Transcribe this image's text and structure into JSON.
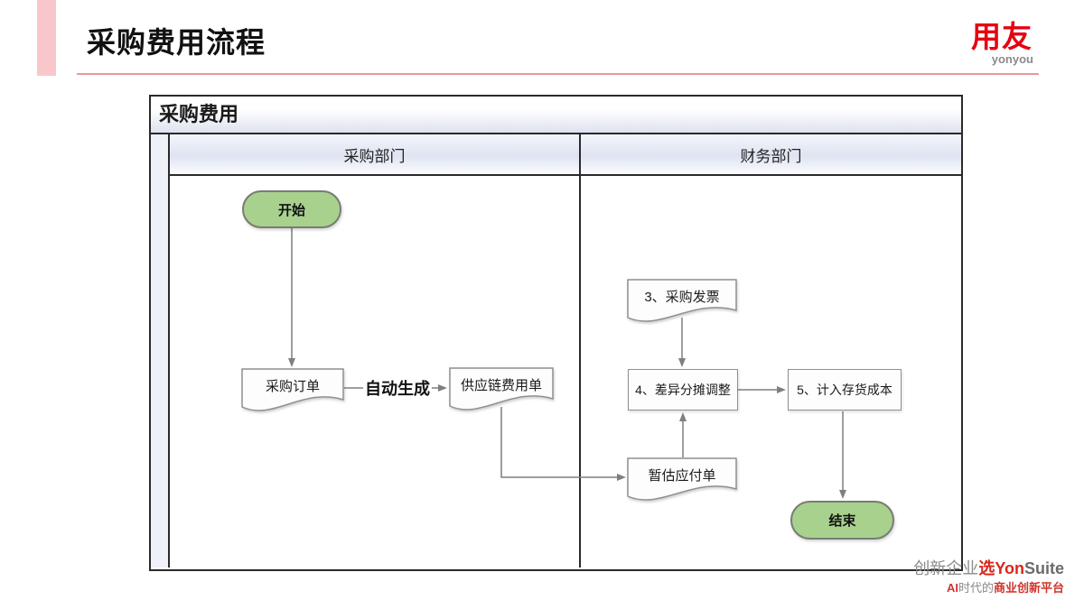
{
  "slide": {
    "title": "采购费用流程"
  },
  "logo": {
    "brand": "用友",
    "subtext": "yonyou"
  },
  "diagram": {
    "pool_title": "采购费用",
    "lanes": [
      {
        "label": "采购部门"
      },
      {
        "label": "财务部门"
      }
    ],
    "nodes": {
      "start": {
        "label": "开始",
        "type": "terminator"
      },
      "purchase_order": {
        "label": "采购订单",
        "type": "document"
      },
      "supply_chain_expense": {
        "label": "供应链费用单",
        "type": "document"
      },
      "purchase_invoice": {
        "label": "3、采购发票",
        "type": "document"
      },
      "variance_allocation": {
        "label": "4、差异分摊调整",
        "type": "process"
      },
      "inventory_cost": {
        "label": "5、计入存货成本",
        "type": "process"
      },
      "estimated_payable": {
        "label": "暂估应付单",
        "type": "document"
      },
      "end": {
        "label": "结束",
        "type": "terminator"
      }
    },
    "edge_labels": {
      "auto_generate": "自动生成"
    },
    "colors": {
      "terminator_fill": "#A9D18E",
      "connector_gray": "#7F7F7F",
      "accent_pink": "#F9C7CB",
      "brand_red": "#E60012",
      "lane_header_tint": "#DFE4F1"
    }
  },
  "footer": {
    "line1_gray": "创新企业",
    "line1_red_cn": "选",
    "line1_red_latin": "Yon",
    "line1_dark_latin": "Suite",
    "line2_red_prefix": "AI",
    "line2_gray": "时代的",
    "line2_red_suffix": "商业创新平台"
  }
}
